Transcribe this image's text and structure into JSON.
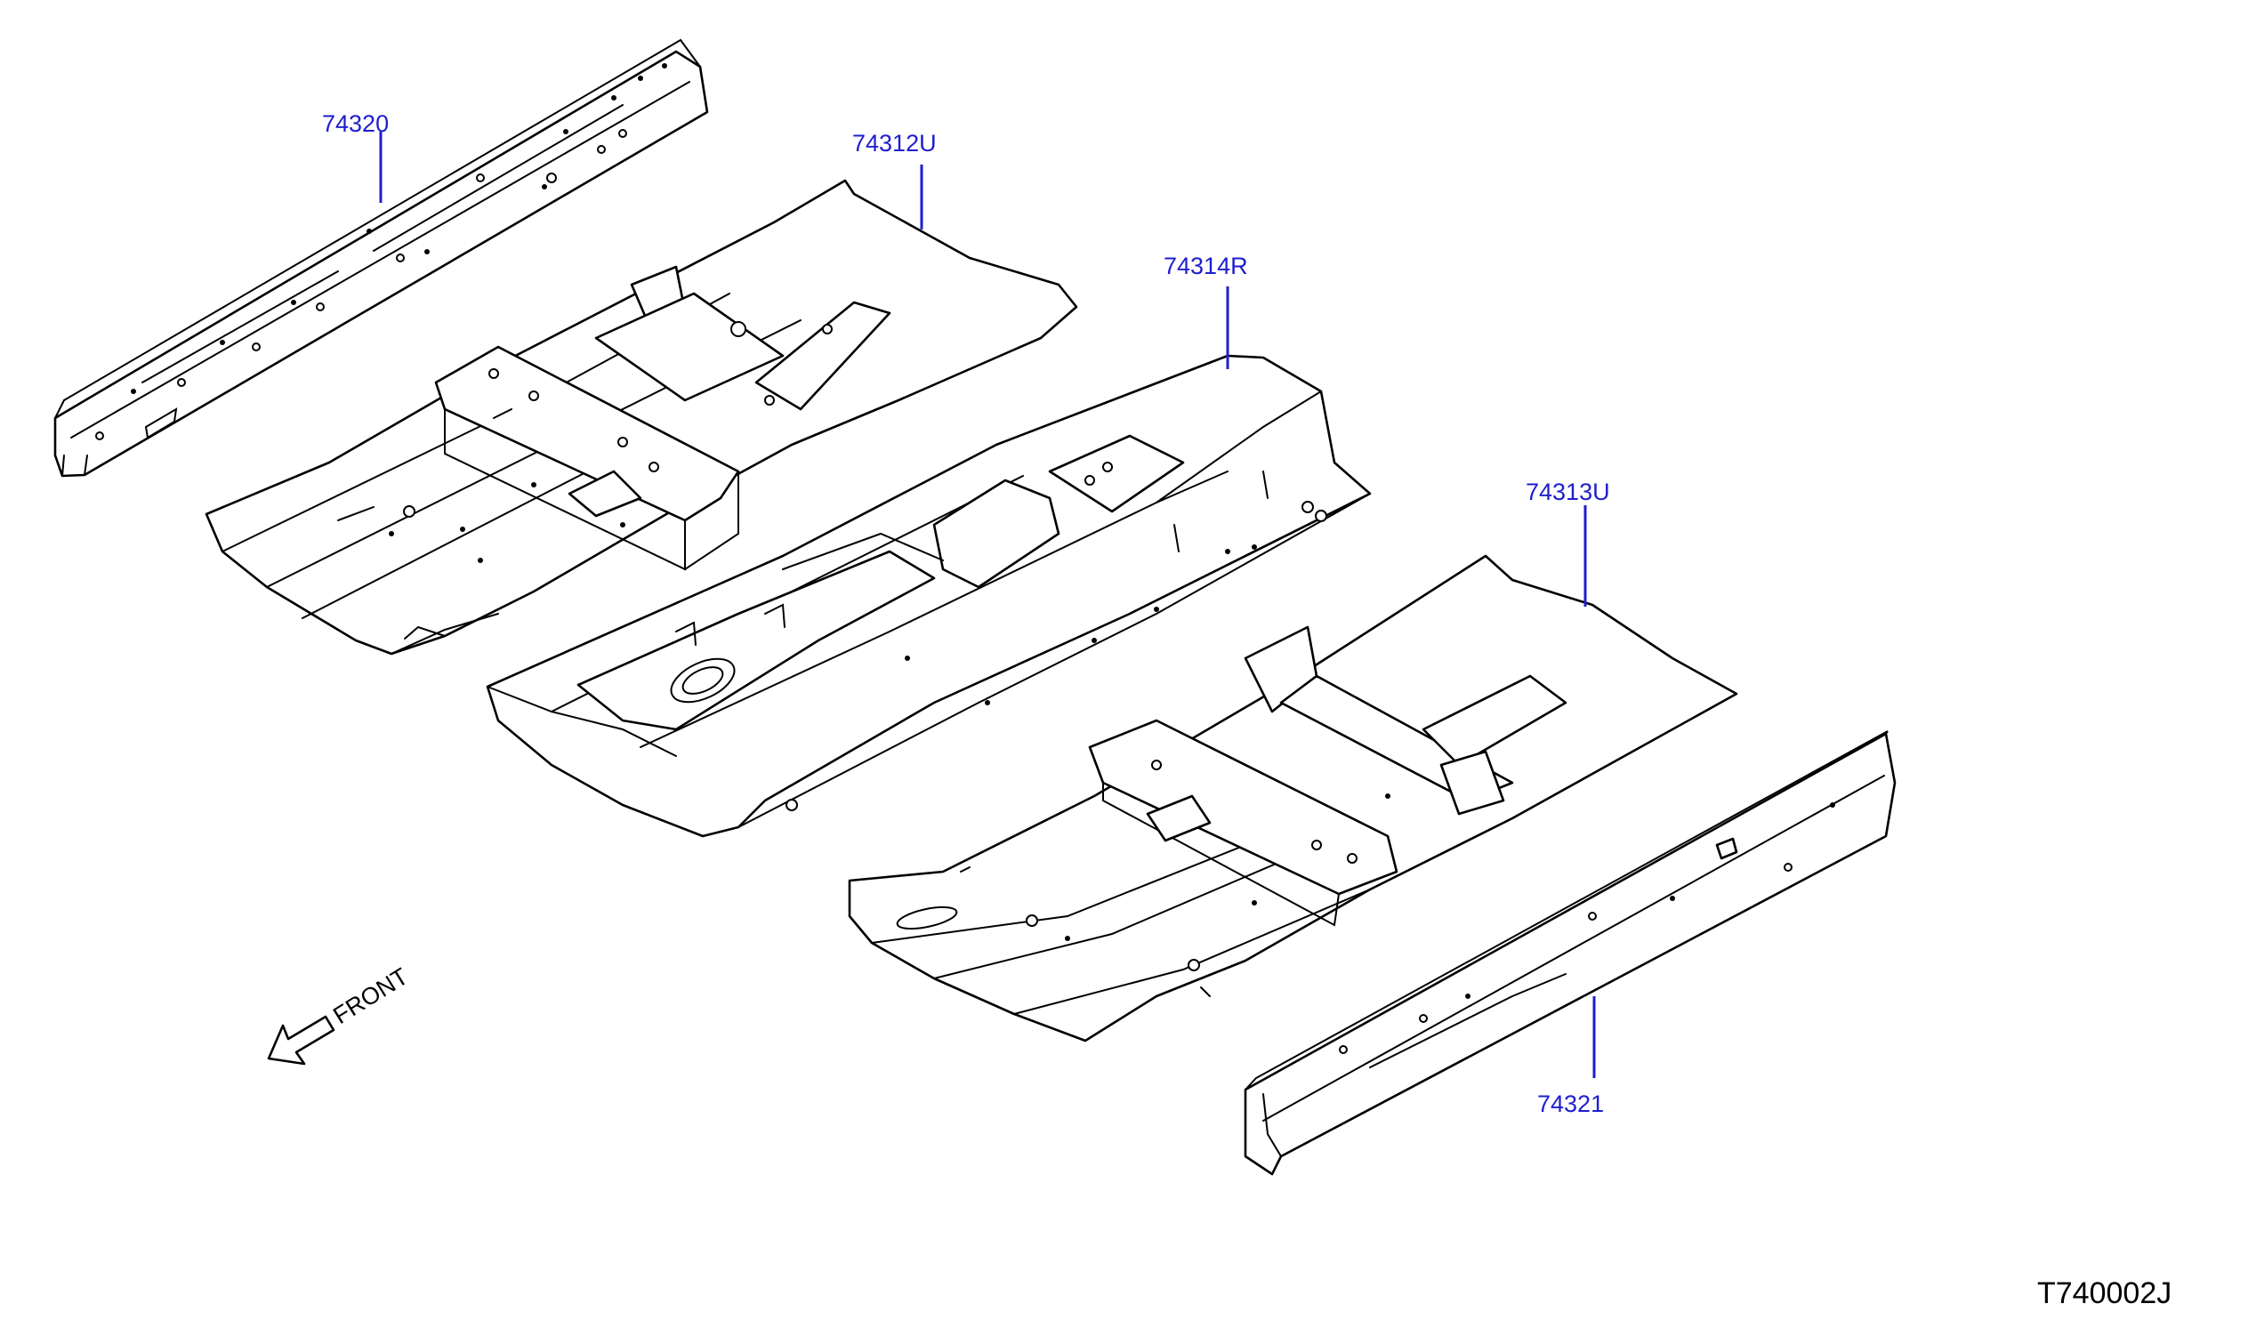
{
  "callouts": {
    "rail_left": "74320",
    "floor_front": "74312U",
    "floor_center": "74314R",
    "floor_rear": "74313U",
    "rail_right": "74321"
  },
  "front_label": "FRONT",
  "diagram_code": "T740002J",
  "colors": {
    "callout": "#1e1ecf",
    "line": "#000000",
    "background": "#ffffff"
  }
}
